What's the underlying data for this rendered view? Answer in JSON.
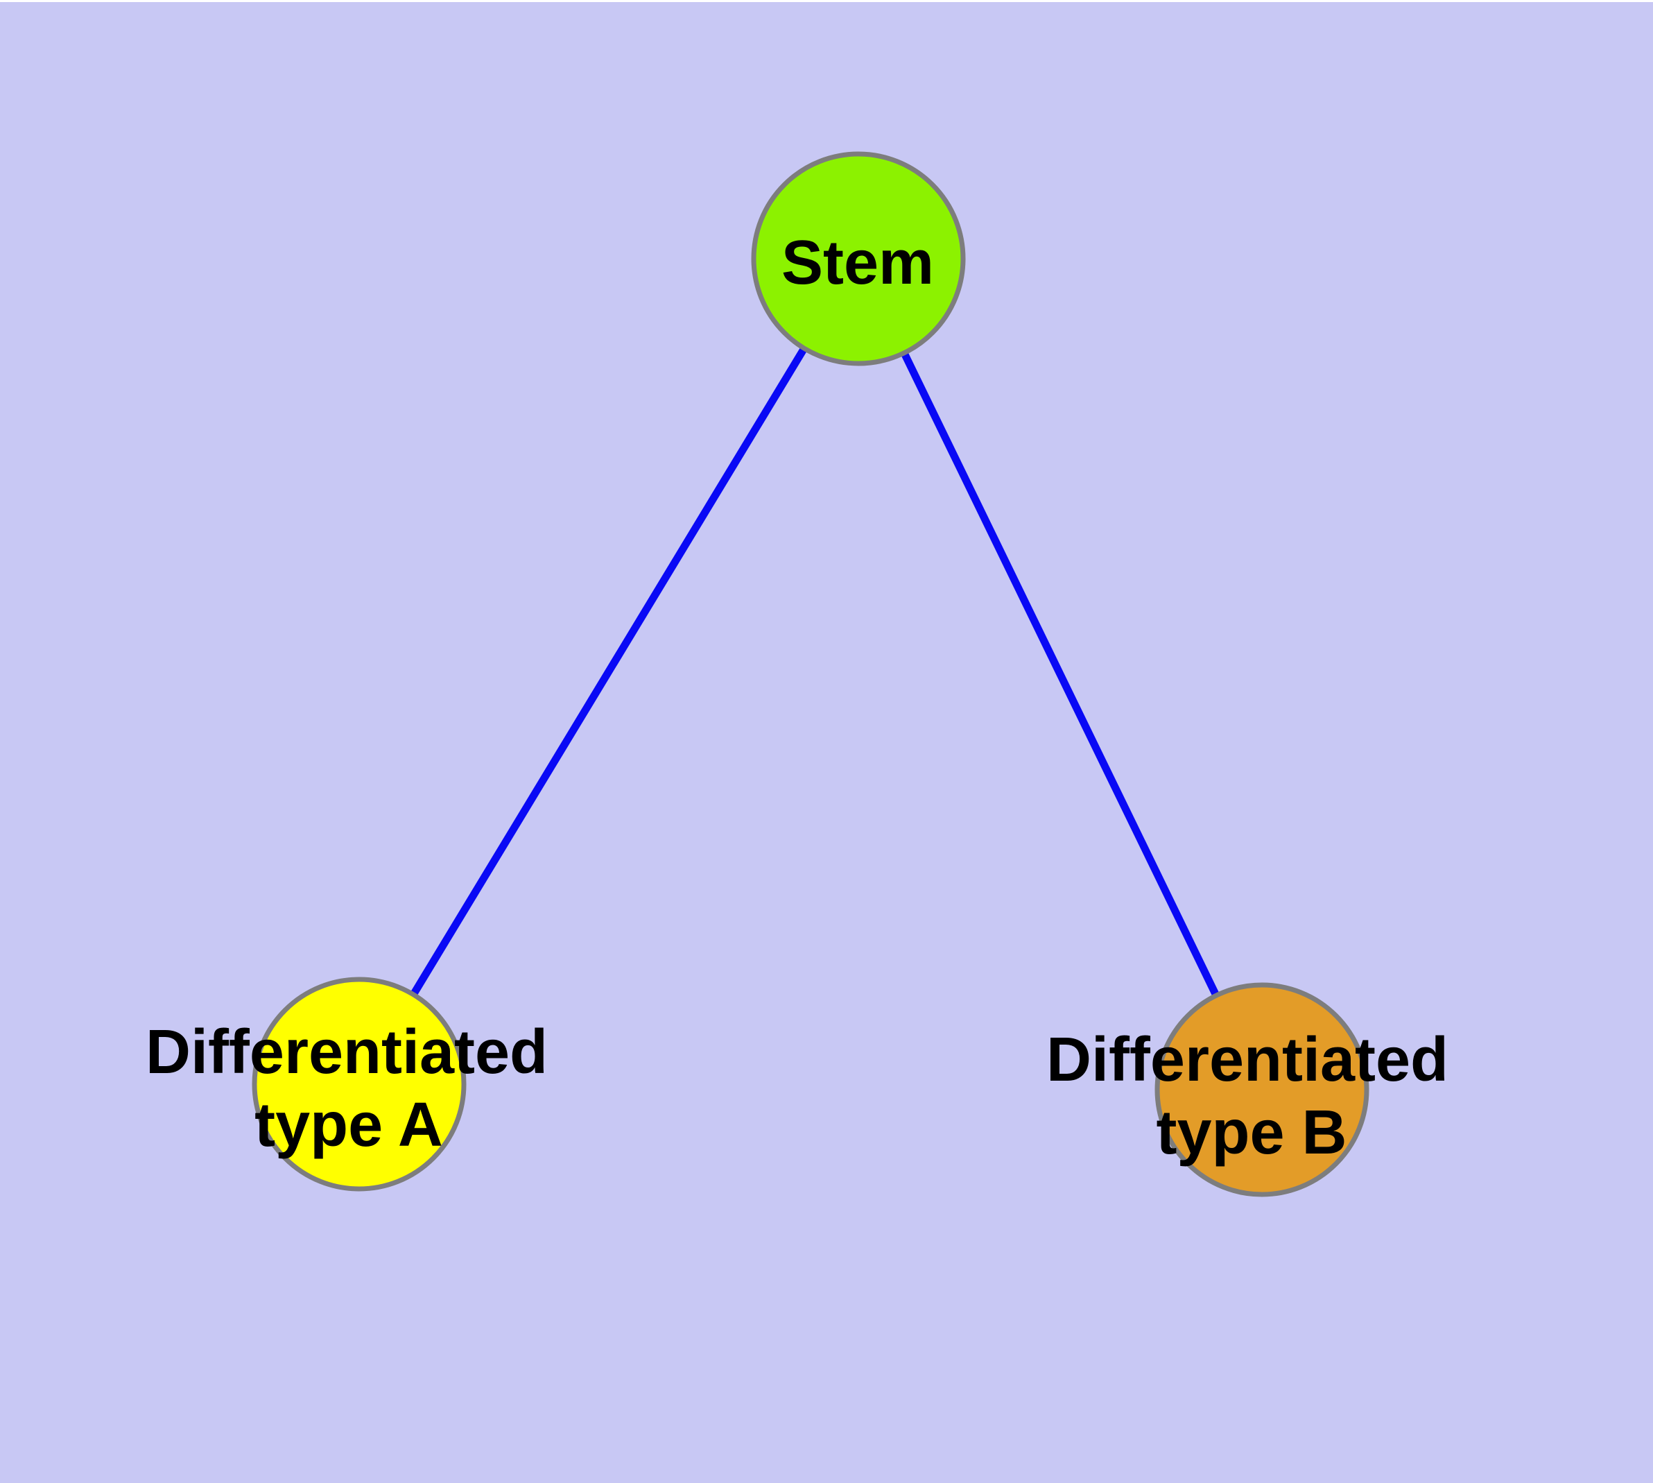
{
  "canvas": {
    "background_color": "#c8c8f4",
    "top_strip_color": "#ffffff"
  },
  "graph": {
    "edge_color": "#0909f5",
    "node_border_color": "#7d7d7d",
    "label_color": "#000000",
    "nodes": [
      {
        "id": "stem",
        "label": "Stem",
        "lines": [
          "Stem"
        ],
        "color": "#8cf200"
      },
      {
        "id": "differentiated-type-a",
        "label": "Differentiated type A",
        "lines": [
          "Differentiated",
          "type A"
        ],
        "color": "#ffff00"
      },
      {
        "id": "differentiated-type-b",
        "label": "Differentiated type B",
        "lines": [
          "Differentiated",
          "type B"
        ],
        "color": "#e39c28"
      }
    ],
    "edges": [
      {
        "from": "stem",
        "to": "differentiated-type-a"
      },
      {
        "from": "stem",
        "to": "differentiated-type-b"
      }
    ]
  }
}
